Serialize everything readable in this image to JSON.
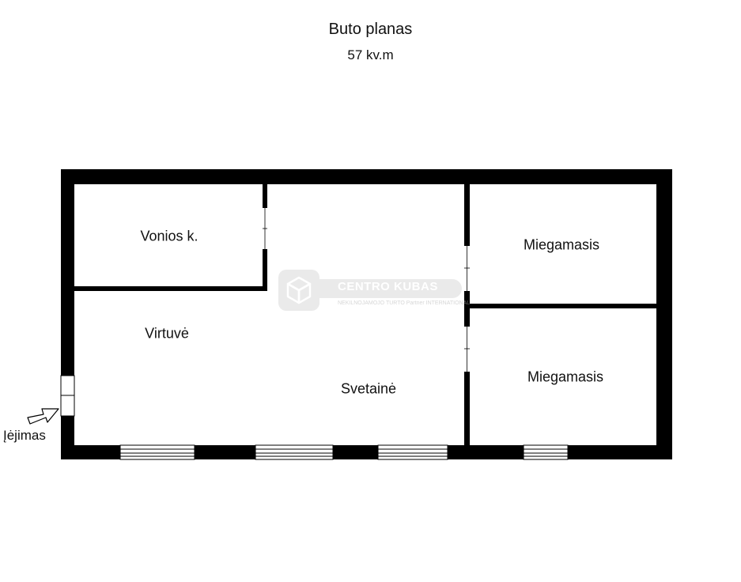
{
  "plan": {
    "title": "Buto planas",
    "area": "57 kv.m"
  },
  "rooms": {
    "bathroom": "Vonios k.",
    "kitchen": "Virtuvė",
    "living_room": "Svetainė",
    "bedroom_upper": "Miegamasis",
    "bedroom_lower": "Miegamasis"
  },
  "entrance": {
    "label": "Įėjimas"
  },
  "watermark": {
    "brand": "CENTRO KUBAS",
    "tagline": "NEKILNOJAMOJO TURTO Partner INTERNATIONAL"
  },
  "colors": {
    "wall": "#000000",
    "floor": "#ffffff",
    "watermark": "#d9d9d9"
  }
}
